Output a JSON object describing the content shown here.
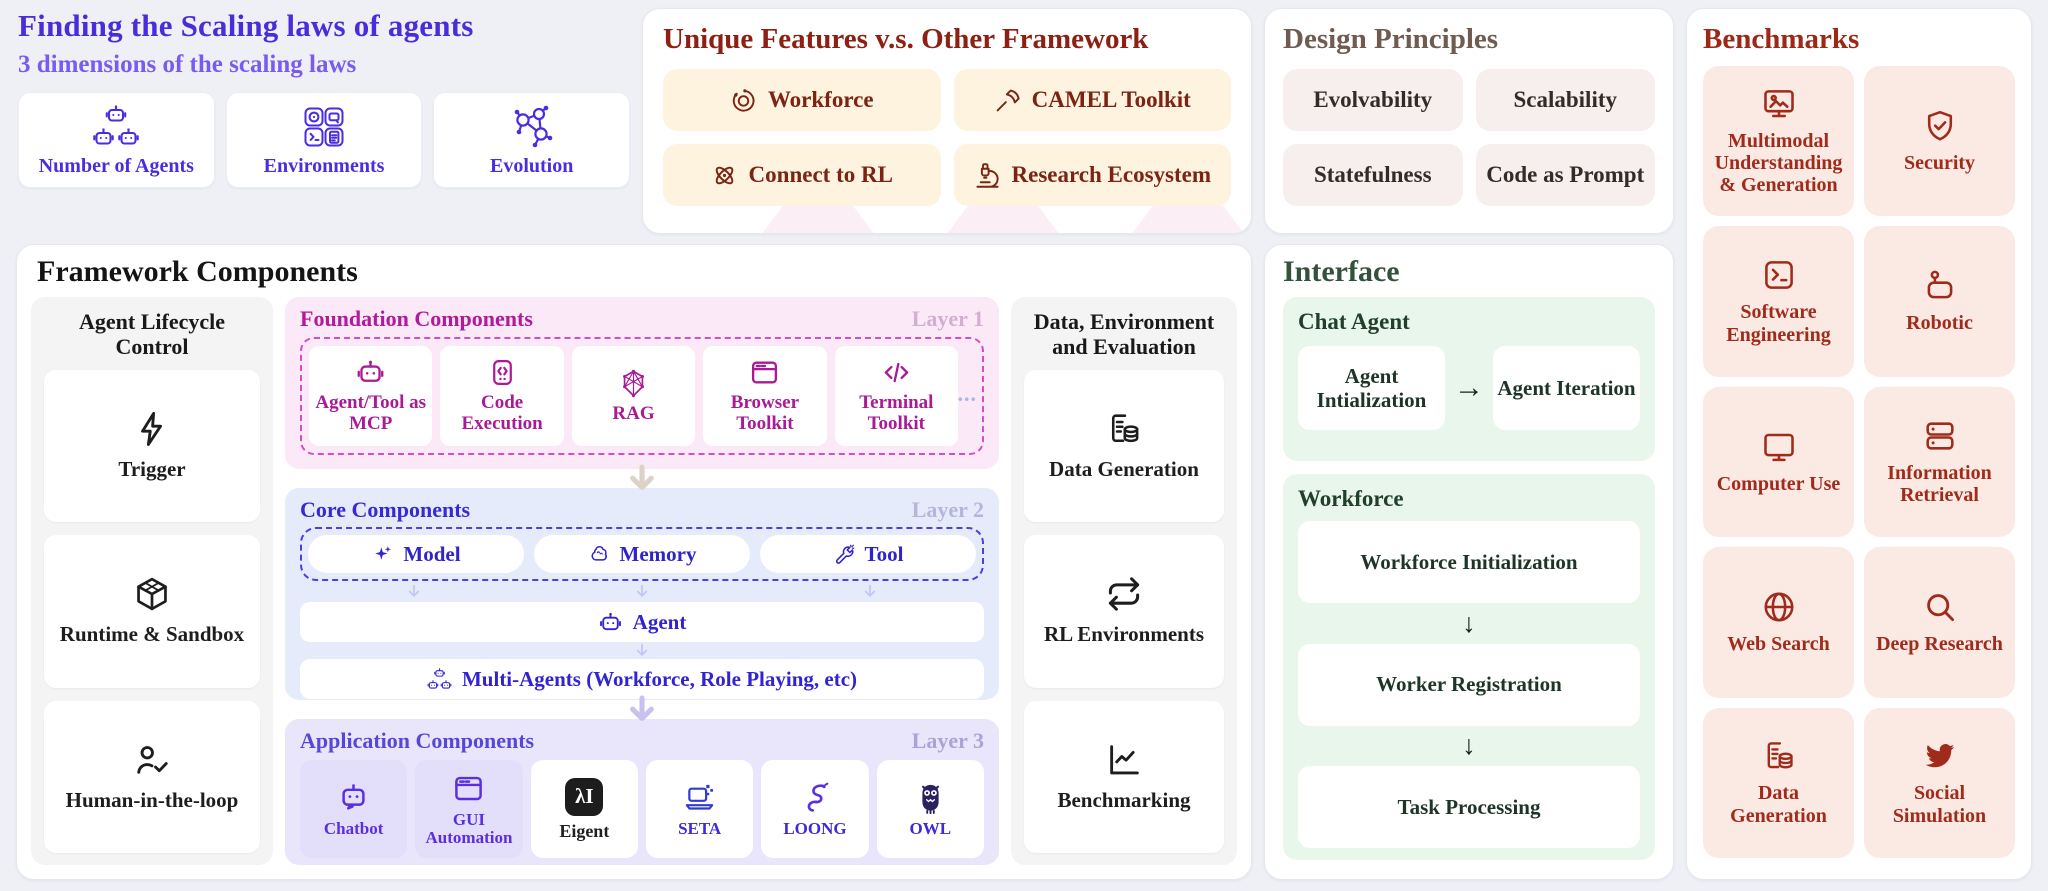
{
  "scaling": {
    "title": "Finding the Scaling laws of agents",
    "subtitle": "3 dimensions of the scaling laws",
    "cards": [
      {
        "label": "Number of Agents",
        "icon": "multi-robot-icon"
      },
      {
        "label": "Environments",
        "icon": "environments-grid-icon"
      },
      {
        "label": "Evolution",
        "icon": "evolution-network-icon"
      }
    ]
  },
  "unique_features": {
    "title": "Unique Features v.s. Other Framework",
    "items": [
      {
        "label": "Workforce",
        "icon": "orbit-icon"
      },
      {
        "label": "CAMEL Toolkit",
        "icon": "hammer-icon"
      },
      {
        "label": "Connect to RL",
        "icon": "atom-icon"
      },
      {
        "label": "Research Ecosystem",
        "icon": "microscope-icon"
      }
    ]
  },
  "design_principles": {
    "title": "Design Principles",
    "items": [
      {
        "label": "Evolvability"
      },
      {
        "label": "Scalability"
      },
      {
        "label": "Statefulness"
      },
      {
        "label": "Code as Prompt"
      }
    ]
  },
  "benchmarks": {
    "title": "Benchmarks",
    "items": [
      {
        "label": "Multimodal Understanding & Generation",
        "icon": "monitor-image-icon"
      },
      {
        "label": "Security",
        "icon": "shield-check-icon"
      },
      {
        "label": "Software Engineering",
        "icon": "terminal-window-icon"
      },
      {
        "label": "Robotic",
        "icon": "robot-arm-icon"
      },
      {
        "label": "Computer Use",
        "icon": "monitor-icon"
      },
      {
        "label": "Information Retrieval",
        "icon": "server-icon"
      },
      {
        "label": "Web Search",
        "icon": "globe-icon"
      },
      {
        "label": "Deep Research",
        "icon": "search-icon"
      },
      {
        "label": "Data Generation",
        "icon": "document-database-icon"
      },
      {
        "label": "Social Simulation",
        "icon": "bird-icon"
      }
    ]
  },
  "framework": {
    "title": "Framework Components",
    "lifecycle": {
      "title": "Agent Lifecycle Control",
      "items": [
        {
          "label": "Trigger",
          "icon": "lightning-icon"
        },
        {
          "label": "Runtime & Sandbox",
          "icon": "cube-icon"
        },
        {
          "label": "Human-in-the-loop",
          "icon": "person-check-icon"
        }
      ]
    },
    "foundation": {
      "title": "Foundation Components",
      "layer": "Layer 1",
      "ellipsis": "...",
      "items": [
        {
          "label": "Agent/Tool as MCP",
          "icon": "robot-icon"
        },
        {
          "label": "Code Execution",
          "icon": "code-window-icon"
        },
        {
          "label": "RAG",
          "icon": "mesh-graph-icon"
        },
        {
          "label": "Browser Toolkit",
          "icon": "browser-window-icon"
        },
        {
          "label": "Terminal Toolkit",
          "icon": "code-slash-icon"
        }
      ]
    },
    "core": {
      "title": "Core Components",
      "layer": "Layer 2",
      "pills": [
        {
          "label": "Model",
          "icon": "sparkle-icon"
        },
        {
          "label": "Memory",
          "icon": "brain-icon"
        },
        {
          "label": "Tool",
          "icon": "wrench-icon"
        }
      ],
      "agent_label": "Agent",
      "multi_label": "Multi-Agents (Workforce, Role Playing, etc)"
    },
    "application": {
      "title": "Application Components",
      "layer": "Layer 3",
      "items": [
        {
          "label": "Chatbot",
          "icon": "chat-robot-icon"
        },
        {
          "label": "GUI Automation",
          "icon": "browser-window-icon"
        },
        {
          "label": "Eigent",
          "icon": "eigent-logo",
          "logo_text": "λI"
        },
        {
          "label": "SETA",
          "icon": "laptop-pixels-icon"
        },
        {
          "label": "LOONG",
          "icon": "dragon-icon"
        },
        {
          "label": "OWL",
          "icon": "owl-icon"
        }
      ]
    },
    "data_env": {
      "title": "Data, Environment and Evaluation",
      "items": [
        {
          "label": "Data Generation",
          "icon": "document-database-icon"
        },
        {
          "label": "RL Environments",
          "icon": "refresh-cycle-icon"
        },
        {
          "label": "Benchmarking",
          "icon": "line-chart-icon"
        }
      ]
    }
  },
  "interface": {
    "title": "Interface",
    "chat_agent": {
      "title": "Chat Agent",
      "steps": [
        "Agent Intialization",
        "Agent Iteration"
      ],
      "arrow": "→"
    },
    "workforce": {
      "title": "Workforce",
      "steps": [
        "Workforce Initialization",
        "Worker Registration",
        "Task Processing"
      ],
      "arrow": "↓"
    }
  },
  "colors": {
    "page_bg": "#eef0f6",
    "indigo_accent": "#4a2de0",
    "title_violet": "#4b2cda",
    "subtitle_violet": "#7b5af0",
    "dark_red": "#8c2012",
    "cream_chip": "#fdf3df",
    "brown_heading": "#6f5b50",
    "principle_chip": "#f7efee",
    "benchmark_red": "#9c2817",
    "benchmark_bg": "#fbe9e4",
    "magenta": "#b01a9b",
    "foundation_bg": "#fce9f8",
    "core_blue": "#3629d6",
    "core_bg": "#e6ebfb",
    "app_violet": "#5747d9",
    "app_bg": "#e9e6fb",
    "green_heading": "#33523c",
    "green_bg": "#e9f6ec",
    "gray_column_bg": "#f4f4f5"
  }
}
